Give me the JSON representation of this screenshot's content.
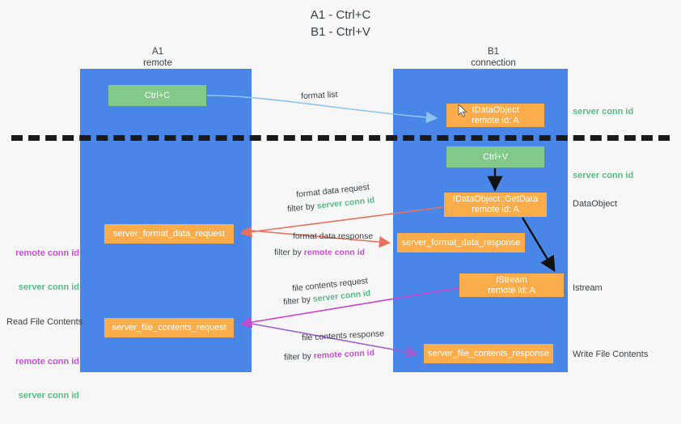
{
  "title": "A1 - Ctrl+C\nB1 - Ctrl+V",
  "columns": {
    "left": "A1\nremote",
    "right": "B1\nconnection"
  },
  "nodes": {
    "ctrl_c": "Ctrl+C",
    "dataobject_remote": "IDataObject\nremote id: A",
    "ctrl_v": "Ctrl+V",
    "getdata": "IDataObject::GetData\nremote id: A",
    "istream": "IStream\nremote id: A",
    "server_format_data_request": "server_format_data_request",
    "server_format_data_response": "server_format_data_response",
    "server_file_contents_request": "server_file_contents_request",
    "server_file_contents_response": "server_file_contents_response"
  },
  "edge_labels": {
    "format_list": "format list",
    "format_data_request": "format data request",
    "filter_by_prefix": "filter by ",
    "server_conn_id": "server conn id",
    "remote_conn_id": "remote conn id",
    "format_data_response": "format data response",
    "file_contents_request": "file contents request",
    "file_contents_response": "file contents response"
  },
  "annotations": {
    "server_conn_id_top": "server conn id",
    "server_conn_id_mid": "server conn id",
    "dataobject": "DataObject",
    "istream": "Istream",
    "write_file_contents": "Write File Contents",
    "read_file_contents": "Read File Contents",
    "remote_conn_id": "remote conn id",
    "server_conn_id": "server conn id"
  },
  "colors": {
    "lane": "#4a86e8",
    "green_node": "#83c98a",
    "orange_node": "#fbad4b",
    "green_text": "#57bb8a",
    "purple_text": "#c452d0",
    "arrow_red": "#e8705f",
    "arrow_blue": "#8ec5f0",
    "arrow_magenta": "#cc44cc",
    "arrow_purple": "#a05fd0",
    "arrow_black": "#111111",
    "dash": "#1a1a1a"
  },
  "icons": {
    "cursor": "mouse-cursor-icon"
  }
}
